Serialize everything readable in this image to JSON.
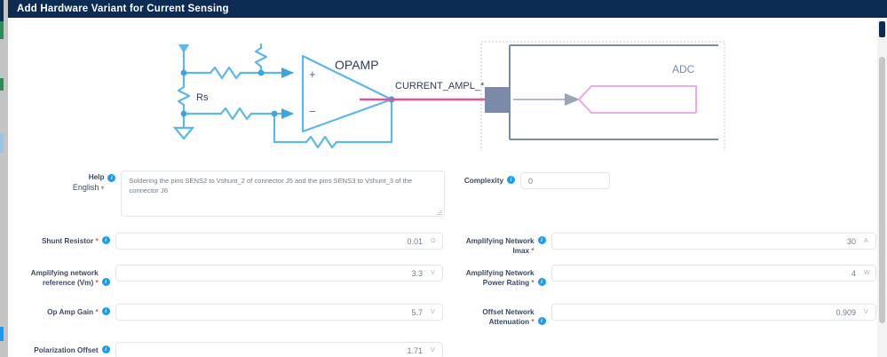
{
  "window": {
    "title": "Add Hardware Variant for Current Sensing",
    "title_bar_color": "#0d2c54"
  },
  "schematic": {
    "opamp_label": "OPAMP",
    "shunt_label": "Rs",
    "signal_label": "CURRENT_AMPL_*",
    "adc_label": "ADC",
    "wire_color": "#5cb8e8",
    "signal_color": "#e8519a",
    "adc_shape_color": "#e9a0e0",
    "adc_block_color": "#7b8aa8",
    "text_color": "#2d3d5c"
  },
  "form": {
    "help": {
      "label": "Help",
      "language": "English",
      "value": "Soldering the pins SENS2 to Vshunt_2 of connector J5 and the pins SENS3 to Vshunt_3 of the connector J6",
      "required": false
    },
    "complexity": {
      "label": "Complexity",
      "value": "0",
      "unit": "",
      "required": false
    },
    "shunt_resistor": {
      "label": "Shunt Resistor",
      "value": "0.01",
      "unit": "Ω",
      "required": true
    },
    "amplifying_network_imax": {
      "label": "Amplifying Network Imax",
      "value": "30",
      "unit": "A",
      "required": true
    },
    "amplifying_network_reference": {
      "label": "Amplifying network reference (Vm)",
      "value": "3.3",
      "unit": "V",
      "required": true
    },
    "amplifying_network_power_rating": {
      "label": "Amplifying Network Power Rating",
      "value": "4",
      "unit": "W",
      "required": true
    },
    "op_amp_gain": {
      "label": "Op Amp Gain",
      "value": "5.7",
      "unit": "V",
      "required": true
    },
    "offset_network_attenuation": {
      "label": "Offset Network Attenuation",
      "value": "0.909",
      "unit": "V",
      "required": true
    },
    "polarization_offset": {
      "label": "Polarization Offset",
      "value": "1.71",
      "unit": "V",
      "required": true
    },
    "required_marker": "*",
    "info_glyph": "i"
  }
}
